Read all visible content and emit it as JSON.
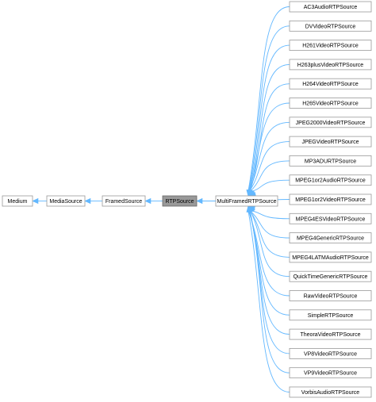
{
  "colors": {
    "edge": "#63b8ff",
    "node_border": "#999999",
    "node_fill": "#ffffff",
    "current_fill": "#999999"
  },
  "chain": [
    {
      "label": "Medium"
    },
    {
      "label": "MediaSource"
    },
    {
      "label": "FramedSource"
    },
    {
      "label": "RTPSource",
      "current": true
    },
    {
      "label": "MultiFramedRTPSource"
    }
  ],
  "subclasses": [
    {
      "label": "AC3AudioRTPSource"
    },
    {
      "label": "DVVideoRTPSource"
    },
    {
      "label": "H261VideoRTPSource"
    },
    {
      "label": "H263plusVideoRTPSource"
    },
    {
      "label": "H264VideoRTPSource"
    },
    {
      "label": "H265VideoRTPSource"
    },
    {
      "label": "JPEG2000VideoRTPSource"
    },
    {
      "label": "JPEGVideoRTPSource"
    },
    {
      "label": "MP3ADURTPSource"
    },
    {
      "label": "MPEG1or2AudioRTPSource"
    },
    {
      "label": "MPEG1or2VideoRTPSource"
    },
    {
      "label": "MPEG4ESVideoRTPSource"
    },
    {
      "label": "MPEG4GenericRTPSource"
    },
    {
      "label": "MPEG4LATMAudioRTPSource"
    },
    {
      "label": "QuickTimeGenericRTPSource"
    },
    {
      "label": "RawVideoRTPSource"
    },
    {
      "label": "SimpleRTPSource"
    },
    {
      "label": "TheoraVideoRTPSource"
    },
    {
      "label": "VP8VideoRTPSource"
    },
    {
      "label": "VP9VideoRTPSource"
    },
    {
      "label": "VorbisAudioRTPSource"
    }
  ]
}
